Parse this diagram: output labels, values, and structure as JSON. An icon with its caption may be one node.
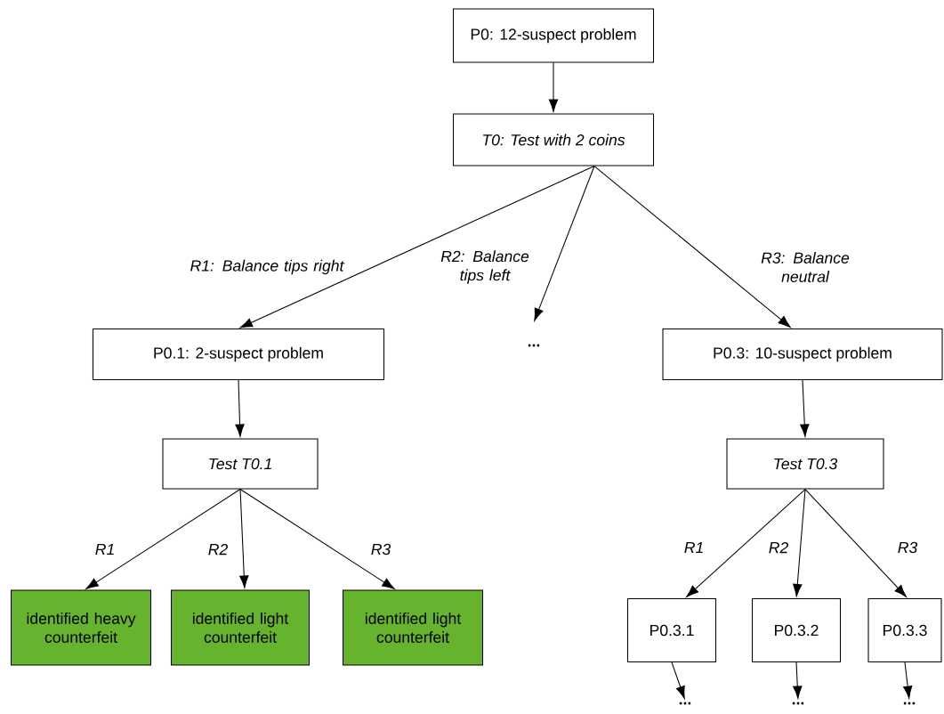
{
  "diagram": {
    "nodes": [
      {
        "text": [
          "P0: 12-suspect problem"
        ]
      },
      {
        "text": [
          "T0: Test with 2 coins"
        ]
      },
      {
        "text": [
          "P0.1: 2-suspect problem"
        ]
      },
      {
        "text": [
          "..."
        ]
      },
      {
        "text": [
          "P0.3: 10-suspect problem"
        ]
      },
      {
        "text": [
          "Test T0.1"
        ]
      },
      {
        "text": [
          "Test T0.3"
        ]
      },
      {
        "text": [
          "identified heavy counterfeit"
        ]
      },
      {
        "text": [
          "identified light counterfeit"
        ]
      },
      {
        "text": [
          "identified light counterfeit"
        ]
      },
      {
        "text": [
          "P0.3.1"
        ]
      },
      {
        "text": [
          "P0.3.2"
        ]
      },
      {
        "text": [
          "P0.3.3"
        ]
      },
      {
        "text": [
          "..."
        ]
      },
      {
        "text": [
          "..."
        ]
      },
      {
        "text": [
          "..."
        ]
      }
    ],
    "edges": [
      {
        "from": 0,
        "to": 1,
        "arrow": "to"
      },
      {
        "from": 1,
        "to": 2,
        "arrow": "to",
        "label": "R1: Balance tips right"
      },
      {
        "from": 1,
        "to": 3,
        "arrow": "to",
        "label": "R2: Balance tips left"
      },
      {
        "from": 1,
        "to": 4,
        "arrow": "to",
        "label": "R3: Balance neutral"
      },
      {
        "from": 2,
        "to": 5,
        "arrow": "to"
      },
      {
        "from": 4,
        "to": 6,
        "arrow": "to"
      },
      {
        "from": 5,
        "to": 7,
        "arrow": "to",
        "label": "R1"
      },
      {
        "from": 5,
        "to": 8,
        "arrow": "to",
        "label": "R2"
      },
      {
        "from": 5,
        "to": 9,
        "arrow": "to",
        "label": "R3"
      },
      {
        "from": 6,
        "to": 10,
        "arrow": "to",
        "label": "R1"
      },
      {
        "from": 6,
        "to": 11,
        "arrow": "to",
        "label": "R2"
      },
      {
        "from": 6,
        "to": 12,
        "arrow": "to",
        "label": "R3"
      },
      {
        "from": 10,
        "to": 13,
        "arrow": "to"
      },
      {
        "from": 11,
        "to": 14,
        "arrow": "to"
      },
      {
        "from": 12,
        "to": 15,
        "arrow": "to"
      }
    ]
  }
}
